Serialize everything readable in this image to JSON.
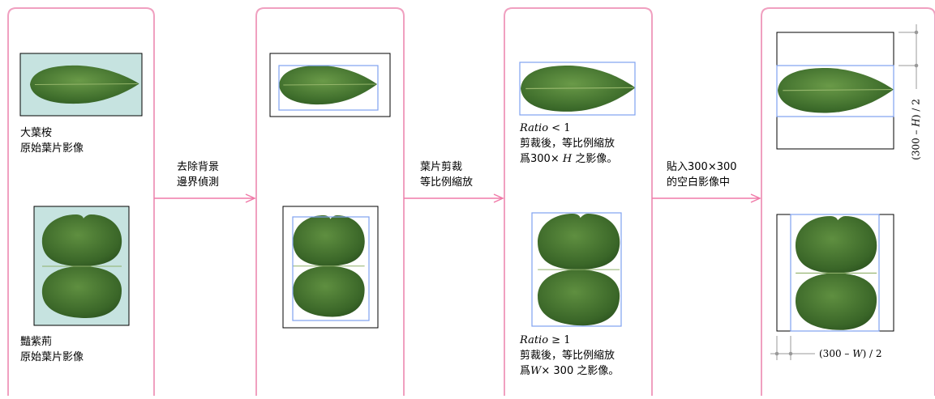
{
  "steps": {
    "remove_background": [
      "去除背景",
      "邊界偵測"
    ],
    "crop_scale": [
      "葉片剪裁",
      "等比例縮放"
    ],
    "paste": [
      "貼入300×300",
      "的空白影像中"
    ]
  },
  "originals": {
    "leaf1": [
      "大葉桉",
      "原始葉片影像"
    ],
    "leaf2": [
      "豔紫荊",
      "原始葉片影像"
    ]
  },
  "ratio_lt": {
    "label": "Ratio",
    "cond": " < 1",
    "line2": "剪裁後，等比例縮放",
    "line3_pre": "爲300× ",
    "line3_var": "H",
    "line3_post": " 之影像。"
  },
  "ratio_ge": {
    "label": "Ratio",
    "cond": " ≥ 1",
    "line2": "剪裁後，等比例縮放",
    "line3_pre": "爲",
    "line3_var": "W",
    "line3_post": "× 300 之影像。"
  },
  "dims": {
    "vertical_pre": "(300 – ",
    "vertical_var": "H",
    "vertical_post": ") / 2",
    "horizontal_pre": "(300 – ",
    "horizontal_var": "W",
    "horizontal_post": ") / 2"
  },
  "colors": {
    "panel_border": "#f0a0c0",
    "arrow": "#f07aa8",
    "bbox": "#7fa2f0",
    "bg_cyan": "#c6e3e0",
    "leaf_dark": "#3f6e2c",
    "leaf_light": "#6a9a48"
  }
}
